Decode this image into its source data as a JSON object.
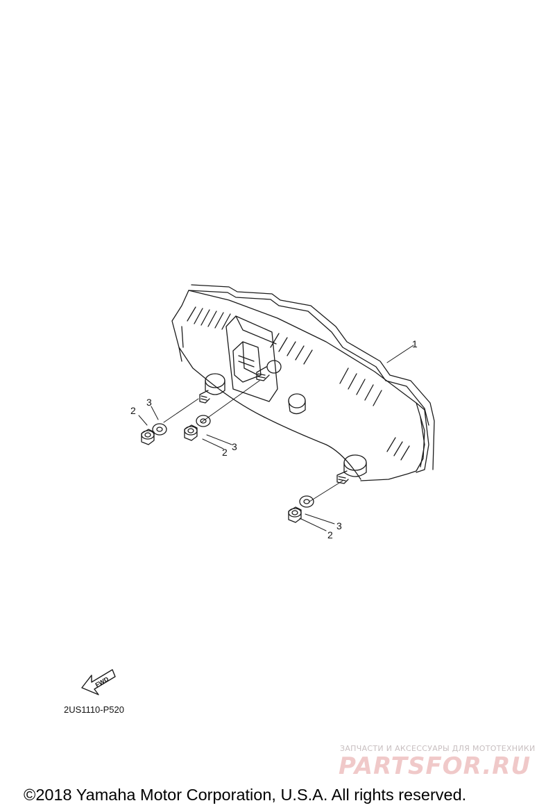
{
  "diagram": {
    "callouts": [
      "1",
      "2",
      "3",
      "2",
      "3",
      "2",
      "3"
    ],
    "fwd_label": "FWD",
    "reference_code": "2US1110-P520"
  },
  "watermark": {
    "tagline": "ЗАПЧАСТИ И АКСЕССУАРЫ ДЛЯ МОТОТЕХНИКИ",
    "logo": "PARTSFOR.RU"
  },
  "copyright": "©2018 Yamaha Motor Corporation, U.S.A. All rights reserved."
}
